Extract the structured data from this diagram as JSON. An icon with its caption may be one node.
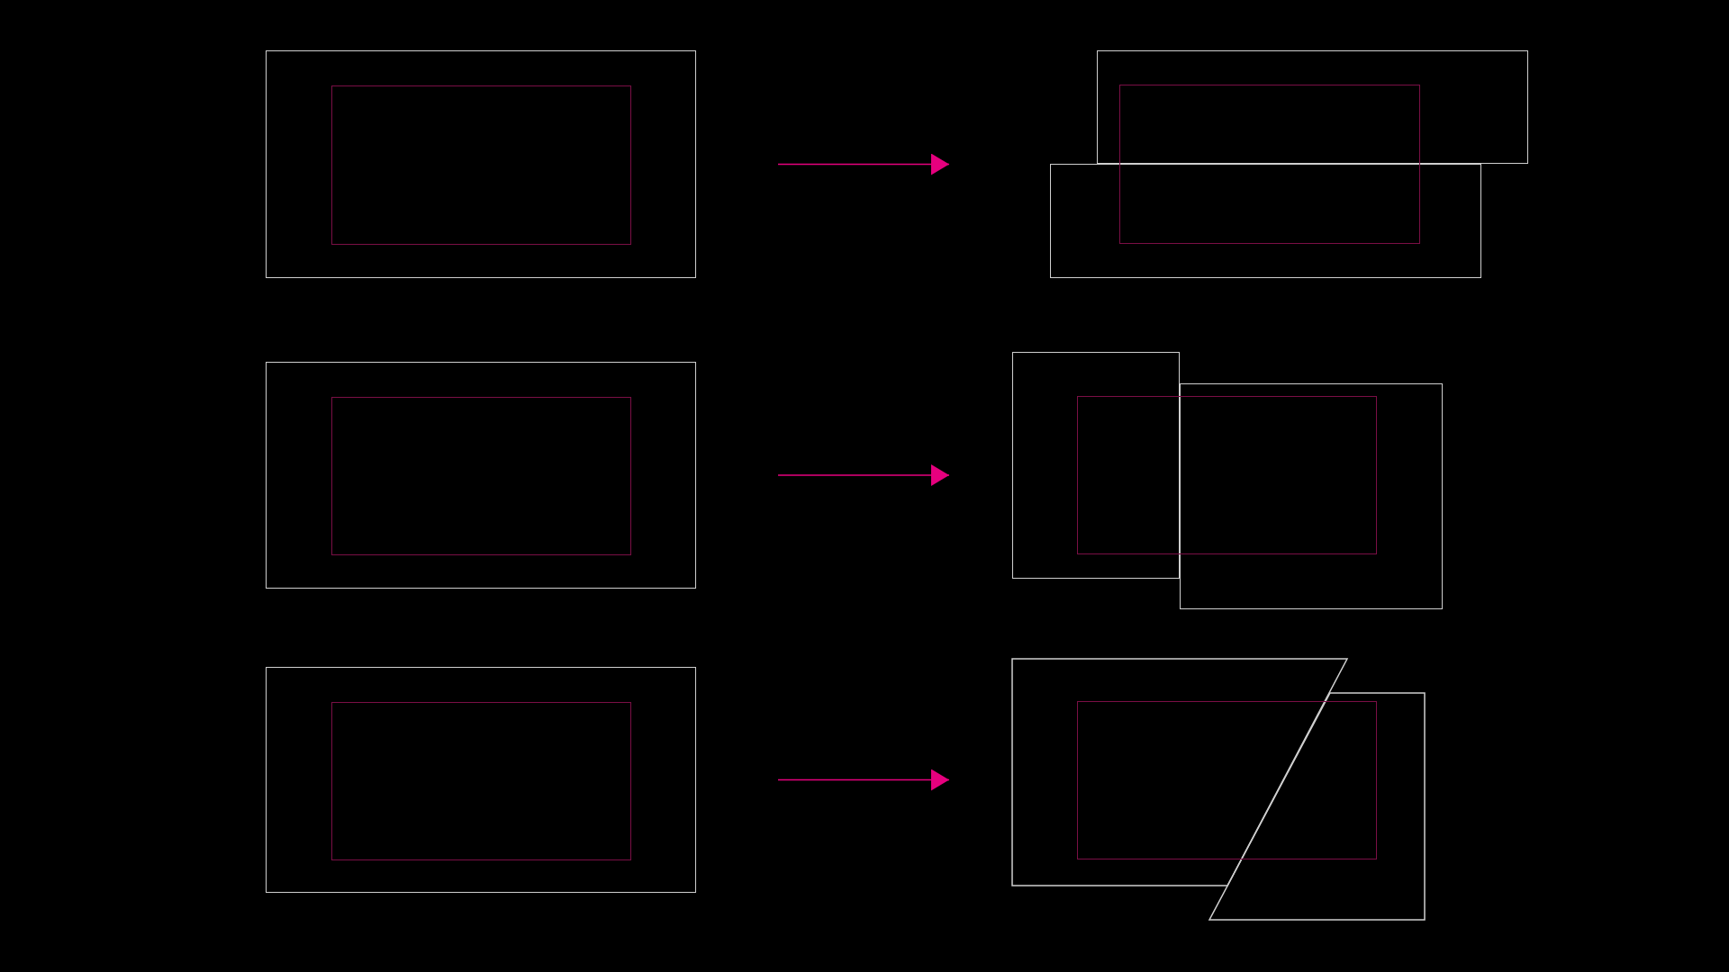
{
  "diagram": {
    "nodes": [
      {
        "text": [],
        "shape": "box"
      },
      {
        "text": [],
        "shape": "box",
        "in": 0
      },
      {
        "text": [],
        "shape": "box"
      },
      {
        "text": [],
        "shape": "box"
      },
      {
        "text": [],
        "shape": "box"
      },
      {
        "text": [],
        "shape": "box"
      },
      {
        "text": [],
        "shape": "box",
        "in": 5
      },
      {
        "text": [],
        "shape": "box"
      },
      {
        "text": [],
        "shape": "box"
      },
      {
        "text": [],
        "shape": "box"
      },
      {
        "text": [],
        "shape": "box"
      },
      {
        "text": [],
        "shape": "box",
        "in": 10
      },
      {
        "text": [],
        "shape": "trapezoid"
      },
      {
        "text": [],
        "shape": "trapezoid"
      },
      {
        "text": [],
        "shape": "box"
      }
    ],
    "edges": [
      {
        "from": 0,
        "to": 3,
        "arrow": "to"
      },
      {
        "from": 5,
        "to": 7,
        "arrow": "to"
      },
      {
        "from": 10,
        "to": 12,
        "arrow": "to"
      }
    ]
  }
}
